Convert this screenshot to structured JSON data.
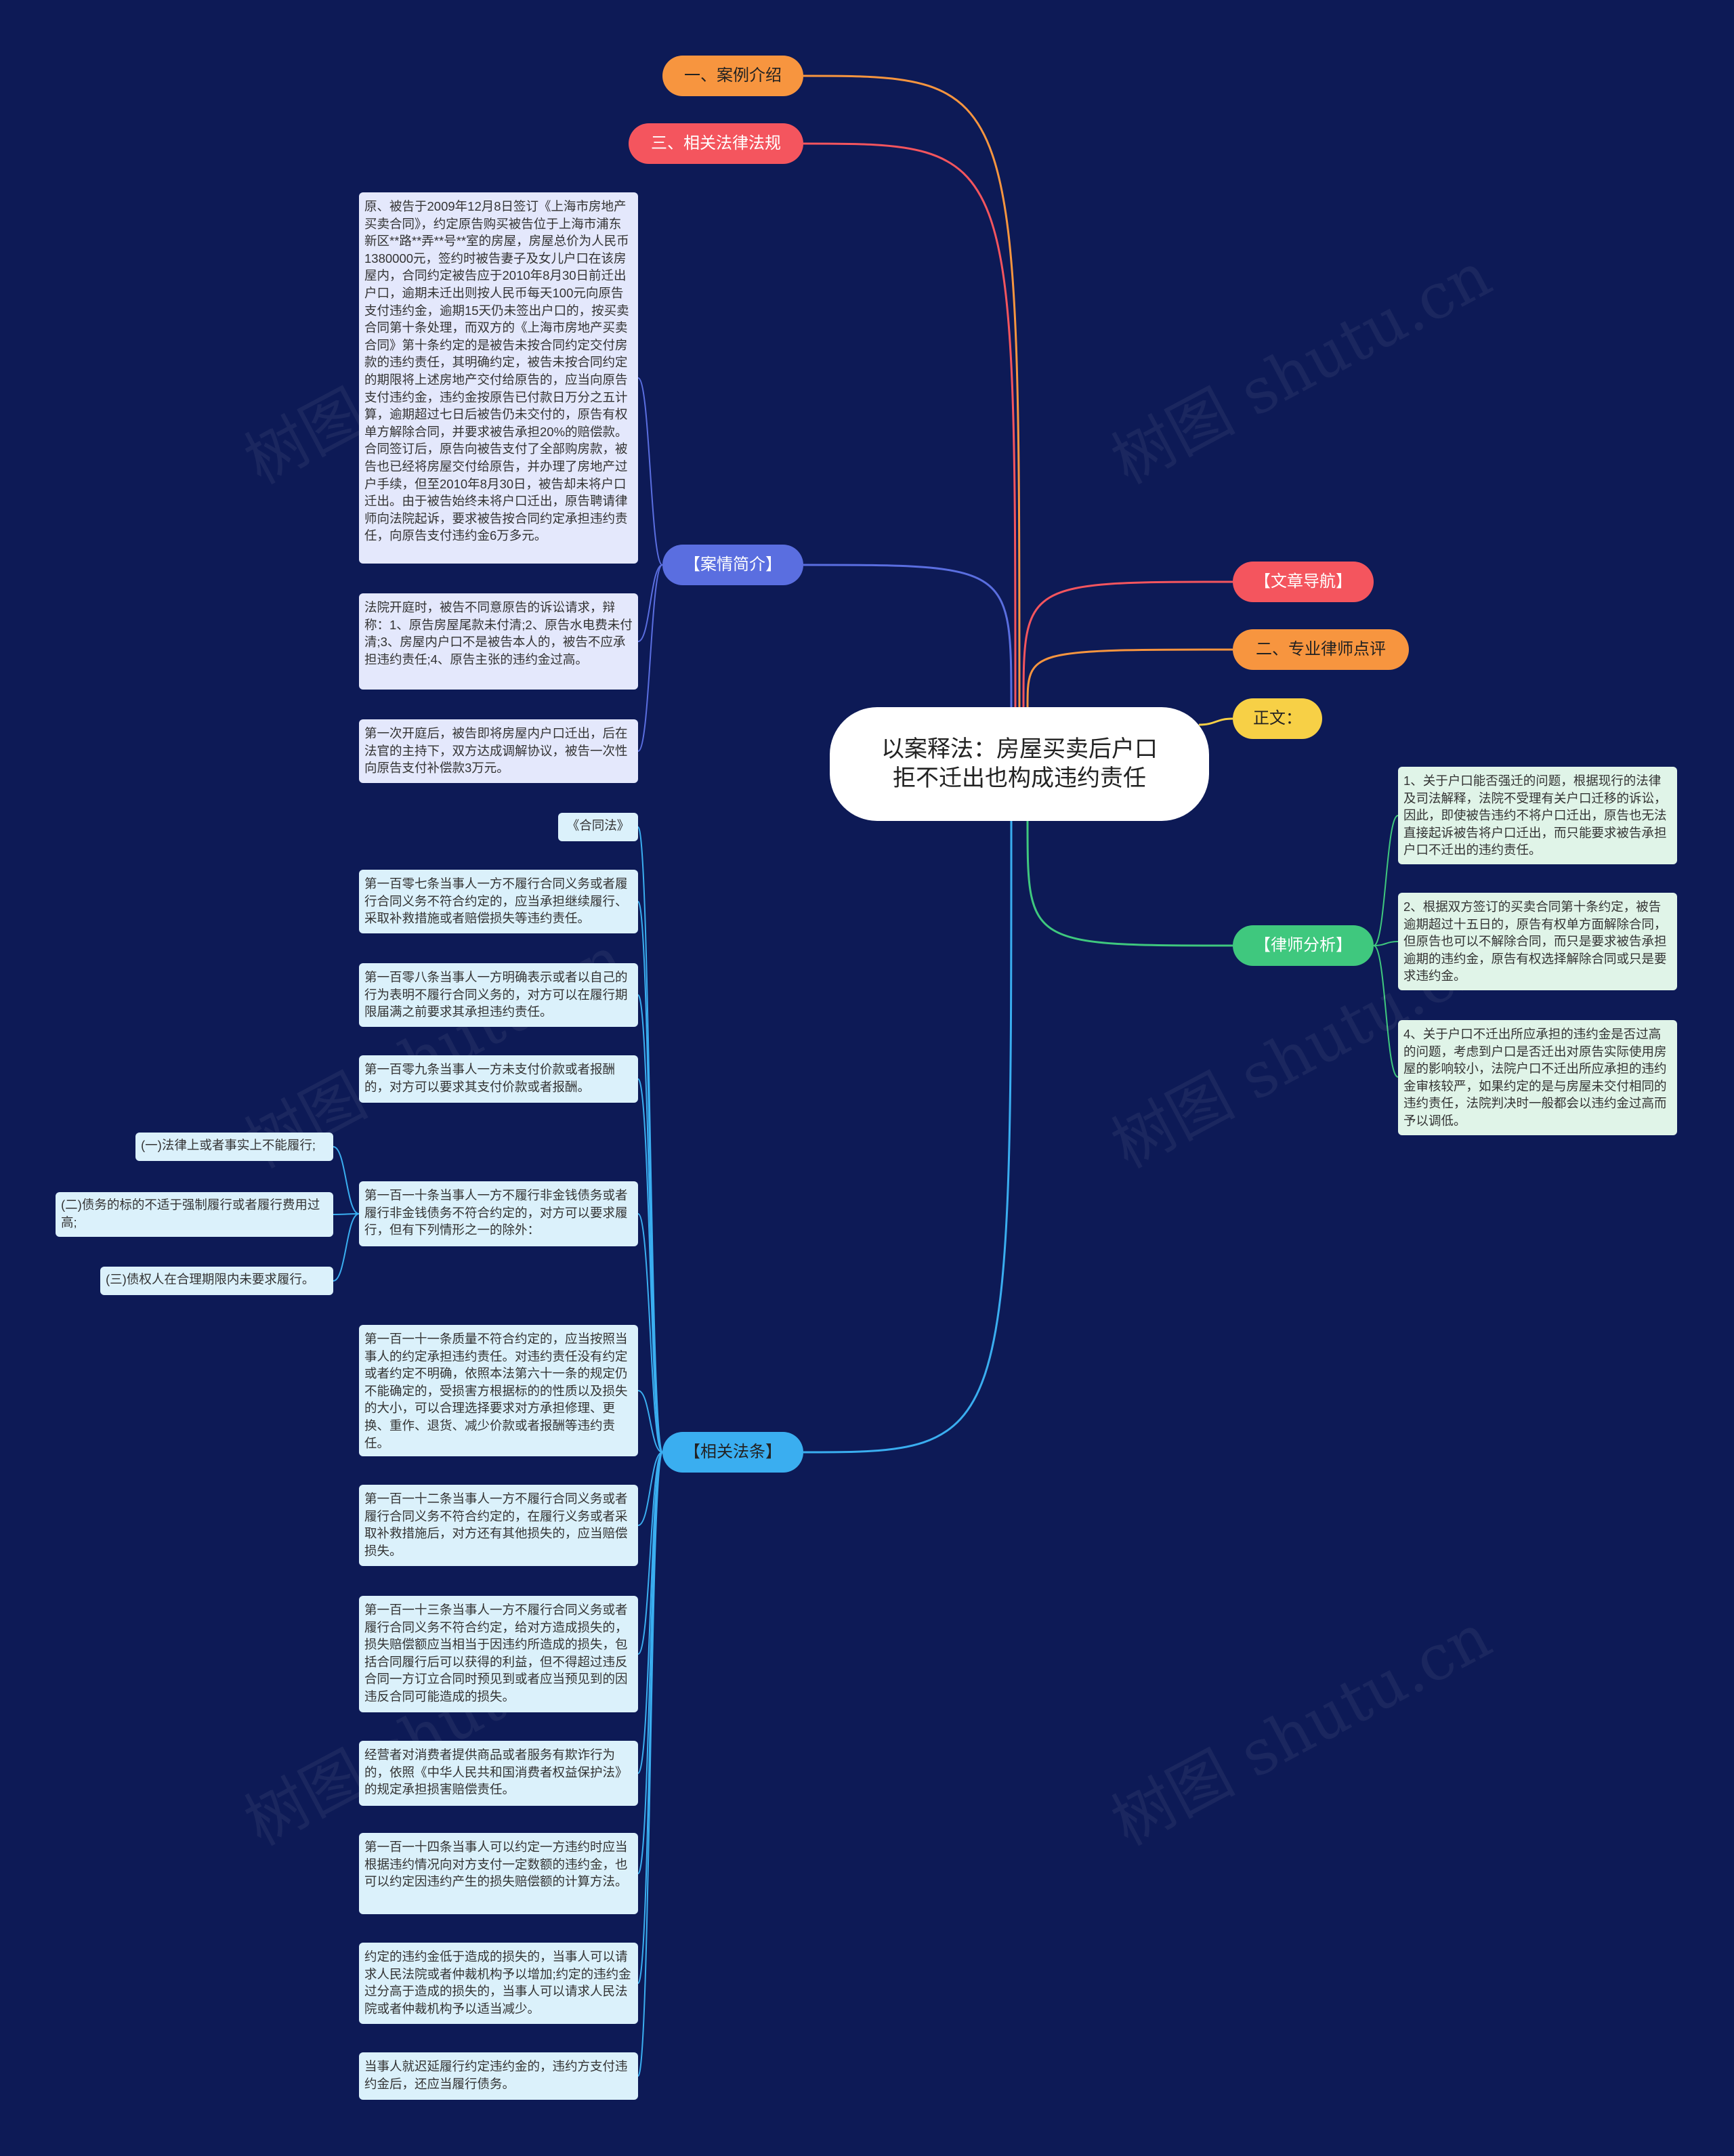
{
  "root": {
    "title": "以案释法：房屋买卖后户口拒不迁出也构成违约责任"
  },
  "branches": {
    "case_intro": "一、案例介绍",
    "related_laws": "三、相关法律法规",
    "case_summary": "【案情简介】",
    "nav": "【文章导航】",
    "lawyer_review": "二、专业律师点评",
    "body": "正文：",
    "lawyer_analysis": "【律师分析】",
    "related_articles": "【相关法条】"
  },
  "case_summary_items": [
    "原、被告于2009年12月8日签订《上海市房地产买卖合同》，约定原告购买被告位于上海市浦东新区**路**弄**号**室的房屋，房屋总价为人民币1380000元，签约时被告妻子及女儿户口在该房屋内，合同约定被告应于2010年8月30日前迁出户口，逾期未迁出则按人民币每天100元向原告支付违约金，逾期15天仍未签出户口的，按买卖合同第十条处理，而双方的《上海市房地产买卖合同》第十条约定的是被告未按合同约定交付房款的违约责任，其明确约定，被告未按合同约定的期限将上述房地产交付给原告的，应当向原告支付违约金，违约金按原告已付款日万分之五计算，逾期超过七日后被告仍未交付的，原告有权单方解除合同，并要求被告承担20%的赔偿款。合同签订后，原告向被告支付了全部购房款，被告也已经将房屋交付给原告，并办理了房地产过户手续，但至2010年8月30日，被告却未将户口迁出。由于被告始终未将户口迁出，原告聘请律师向法院起诉，要求被告按合同约定承担违约责任，向原告支付违约金6万多元。",
    "法院开庭时，被告不同意原告的诉讼请求，辩称：1、原告房屋尾款未付清;2、原告水电费未付清;3、房屋内户口不是被告本人的，被告不应承担违约责任;4、原告主张的违约金过高。",
    "第一次开庭后，被告即将房屋内户口迁出，后在法官的主持下，双方达成调解协议，被告一次性向原告支付补偿款3万元。"
  ],
  "lawyer_analysis_items": [
    "1、关于户口能否强迁的问题，根据现行的法律及司法解释，法院不受理有关户口迁移的诉讼，因此，即使被告违约不将户口迁出，原告也无法直接起诉被告将户口迁出，而只能要求被告承担户口不迁出的违约责任。",
    "2、根据双方签订的买卖合同第十条约定，被告逾期超过十五日的，原告有权单方面解除合同，但原告也可以不解除合同，而只是要求被告承担逾期的违约金，原告有权选择解除合同或只是要求违约金。",
    "4、关于户口不迁出所应承担的违约金是否过高的问题，考虑到户口是否迁出对原告实际使用房屋的影响较小，法院户口不迁出所应承担的违约金审核较严，如果约定的是与房屋未交付相同的违约责任，法院判决时一般都会以违约金过高而予以调低。"
  ],
  "related_articles_items": [
    "《合同法》",
    "第一百零七条当事人一方不履行合同义务或者履行合同义务不符合约定的，应当承担继续履行、采取补救措施或者赔偿损失等违约责任。",
    "第一百零八条当事人一方明确表示或者以自己的行为表明不履行合同义务的，对方可以在履行期限届满之前要求其承担违约责任。",
    "第一百零九条当事人一方未支付价款或者报酬的，对方可以要求其支付价款或者报酬。",
    "第一百一十条当事人一方不履行非金钱债务或者履行非金钱债务不符合约定的，对方可以要求履行，但有下列情形之一的除外：",
    "第一百一十一条质量不符合约定的，应当按照当事人的约定承担违约责任。对违约责任没有约定或者约定不明确，依照本法第六十一条的规定仍不能确定的，受损害方根据标的的性质以及损失的大小，可以合理选择要求对方承担修理、更换、重作、退货、减少价款或者报酬等违约责任。",
    "第一百一十二条当事人一方不履行合同义务或者履行合同义务不符合约定的，在履行义务或者采取补救措施后，对方还有其他损失的，应当赔偿损失。",
    "第一百一十三条当事人一方不履行合同义务或者履行合同义务不符合约定，给对方造成损失的，损失赔偿额应当相当于因违约所造成的损失，包括合同履行后可以获得的利益，但不得超过违反合同一方订立合同时预见到或者应当预见到的因违反合同可能造成的损失。",
    "经营者对消费者提供商品或者服务有欺诈行为的，依照《中华人民共和国消费者权益保护法》的规定承担损害赔偿责任。",
    "第一百一十四条当事人可以约定一方违约时应当根据违约情况向对方支付一定数额的违约金，也可以约定因违约产生的损失赔偿额的计算方法。",
    "约定的违约金低于造成的损失的，当事人可以请求人民法院或者仲裁机构予以增加;约定的违约金过分高于造成的损失的，当事人可以请求人民法院或者仲裁机构予以适当减少。",
    "当事人就迟延履行约定违约金的，违约方支付违约金后，还应当履行债务。"
  ],
  "exceptions": [
    "(一)法律上或者事实上不能履行;",
    "(二)债务的标的不适于强制履行或者履行费用过高;",
    "(三)债权人在合理期限内未要求履行。"
  ],
  "watermark": "树图 shutu.cn",
  "colors": {
    "background": "#0d1a56",
    "case_intro": "#f7953f",
    "related_laws": "#f4555e",
    "case_summary": "#5a6ee0",
    "nav": "#f4555e",
    "lawyer_review": "#f7953f",
    "body": "#f7d046",
    "lawyer_analysis": "#3fc87e",
    "related_articles": "#3aaef0"
  }
}
